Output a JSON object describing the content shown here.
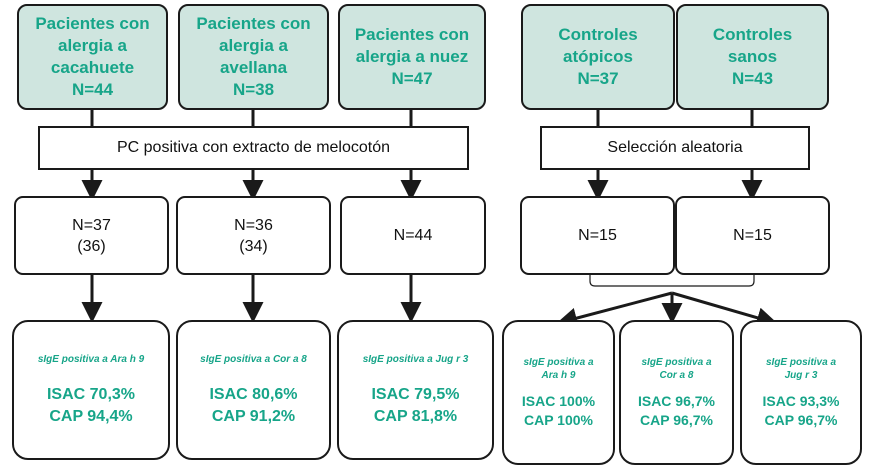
{
  "groups": [
    {
      "lines": [
        "Pacientes con",
        "alergia a",
        "cacahuete",
        "N=44"
      ]
    },
    {
      "lines": [
        "Pacientes con",
        "alergia a",
        "avellana",
        "N=38"
      ]
    },
    {
      "lines": [
        "Pacientes con",
        "alergia a nuez",
        "N=47"
      ]
    },
    {
      "lines": [
        "Controles",
        "atópicos",
        "N=37"
      ]
    },
    {
      "lines": [
        "Controles",
        "sanos",
        "N=43"
      ]
    }
  ],
  "steps": {
    "pc_positive": "PC positiva con extracto de melocotón",
    "random_selection": "Selección aleatoria"
  },
  "counts": [
    {
      "lines": [
        "N=37",
        "(36)"
      ]
    },
    {
      "lines": [
        "N=36",
        "(34)"
      ]
    },
    {
      "lines": [
        "N=44"
      ]
    },
    {
      "lines": [
        "N=15"
      ]
    },
    {
      "lines": [
        "N=15"
      ]
    }
  ],
  "results": [
    {
      "sige": [
        "sIgE positiva a Ara h 9"
      ],
      "isac": "ISAC 70,3%",
      "cap": "CAP 94,4%"
    },
    {
      "sige": [
        "sIgE positiva a Cor a 8"
      ],
      "isac": "ISAC 80,6%",
      "cap": "CAP 91,2%"
    },
    {
      "sige": [
        "sIgE positiva a Jug r 3"
      ],
      "isac": "ISAC 79,5%",
      "cap": "CAP 81,8%"
    },
    {
      "sige": [
        "sIgE positiva a",
        "Ara h 9"
      ],
      "isac": "ISAC 100%",
      "cap": "CAP 100%"
    },
    {
      "sige": [
        "sIgE positiva a",
        "Cor a 8"
      ],
      "isac": "ISAC 96,7%",
      "cap": "CAP 96,7%"
    },
    {
      "sige": [
        "sIgE positiva a",
        "Jug r 3"
      ],
      "isac": "ISAC 93,3%",
      "cap": "CAP 96,7%"
    }
  ],
  "colors": {
    "teal_text": "#17a589",
    "top_fill": "#cfe5df",
    "stroke": "#1a1a1a"
  }
}
